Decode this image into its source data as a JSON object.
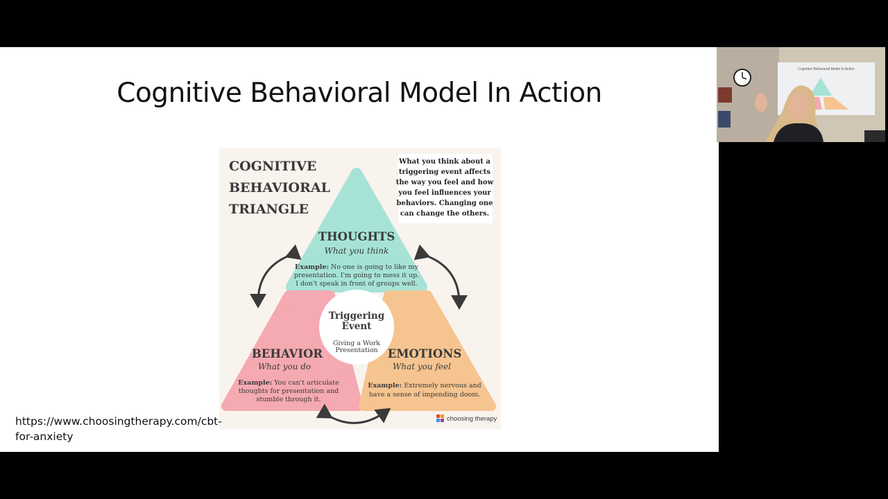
{
  "slide": {
    "title": "Cognitive Behavioral Model In Action",
    "source_url": "https://www.choosingtherapy.com/cbt-for-anxiety"
  },
  "infographic": {
    "heading_lines": [
      "COGNITIVE",
      "BEHAVIORAL",
      "TRIANGLE"
    ],
    "description_lines": [
      "What you think about a",
      "triggering event affects",
      "the way you feel and how",
      "you feel influences your",
      "behaviors. Changing one",
      "can change the others."
    ],
    "thoughts": {
      "title": "THOUGHTS",
      "subtitle": "What you think",
      "example_label": "Example:",
      "example_lines": [
        "No one is going to like my",
        "presentation. I'm going to mess it up.",
        "I don't speak in front of groups well."
      ]
    },
    "behavior": {
      "title": "BEHAVIOR",
      "subtitle": "What you do",
      "example_label": "Example:",
      "example_lines": [
        "You can't articulate",
        "thoughts for presentation and",
        "stumble through it."
      ]
    },
    "emotions": {
      "title": "EMOTIONS",
      "subtitle": "What you feel",
      "example_label": "Example:",
      "example_lines": [
        "Extremely nervous and",
        "have a sense of impending doom."
      ]
    },
    "trigger": {
      "title_lines": [
        "Triggering",
        "Event"
      ],
      "subtitle_lines": [
        "Giving a Work",
        "Presentation"
      ]
    },
    "brand": "choosing therapy",
    "colors": {
      "thoughts": "#a6e3d6",
      "behavior": "#f5a9b0",
      "emotions": "#f6c490",
      "background": "#f9f3ee",
      "text": "#3a3a3a"
    }
  },
  "webcam": {
    "screen_title": "Cognitive Behavioral Model In Action"
  }
}
